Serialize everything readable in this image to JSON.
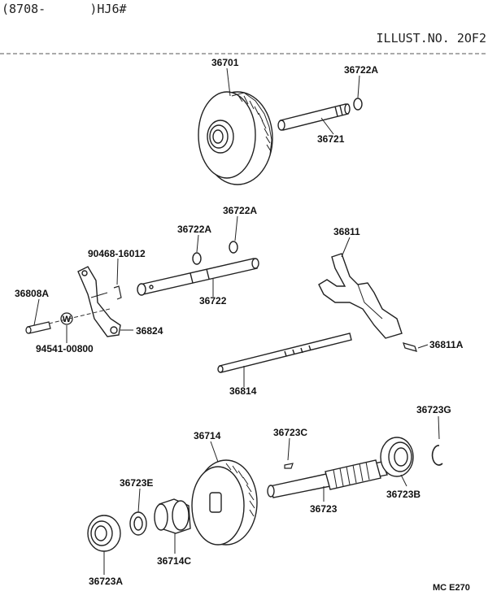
{
  "header": {
    "model_range": "(8708-      )HJ6#",
    "illust_no": "ILLUST.NO. 2OF2"
  },
  "parts": {
    "p36701": "36701",
    "p36722A_top": "36722A",
    "p36721": "36721",
    "p36722A_mid_a": "36722A",
    "p36722A_mid_b": "36722A",
    "p36811": "36811",
    "p90468": "90468-16012",
    "p36808A": "36808A",
    "p36722": "36722",
    "p36824": "36824",
    "p94541": "94541-00800",
    "p36811A": "36811A",
    "p36814": "36814",
    "p36714": "36714",
    "p36723C": "36723C",
    "p36723G": "36723G",
    "p36723E": "36723E",
    "p36723": "36723",
    "p36723B": "36723B",
    "p36714C": "36714C",
    "p36723A": "36723A"
  },
  "washer_mark": "W",
  "footer": {
    "code": "MC  E270"
  }
}
